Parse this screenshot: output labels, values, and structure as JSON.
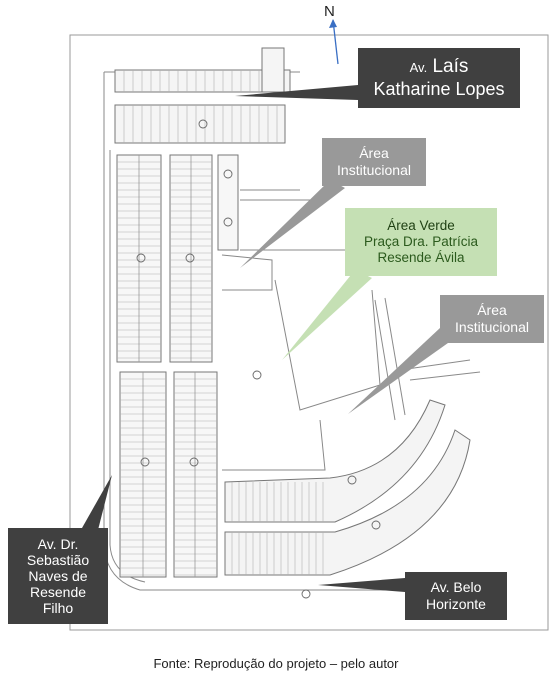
{
  "north_label": "N",
  "callouts": {
    "av_lais": {
      "line1_small": "Av.",
      "line1_big": "Laís",
      "line2": "Katharine Lopes"
    },
    "area_inst_1": {
      "line1": "Área",
      "line2": "Institucional"
    },
    "area_verde": {
      "line1": "Área Verde",
      "line2": "Praça Dra. Patrícia",
      "line3": "Resende Ávila"
    },
    "area_inst_2": {
      "line1": "Área",
      "line2": "Institucional"
    },
    "av_sebastiao": {
      "line1": "Av. Dr.",
      "line2": "Sebastião",
      "line3": "Naves de",
      "line4": "Resende",
      "line5": "Filho"
    },
    "av_belo": {
      "line1": "Av. Belo",
      "line2": "Horizonte"
    }
  },
  "caption": "Fonte: Reprodução do projeto – pelo autor",
  "colors": {
    "dark_callout": "#404040",
    "gray_callout": "#999999",
    "green_callout": "#c5e0b4",
    "north_arrow": "#3a6fc4",
    "plan_lines": "#8a8a8a"
  }
}
